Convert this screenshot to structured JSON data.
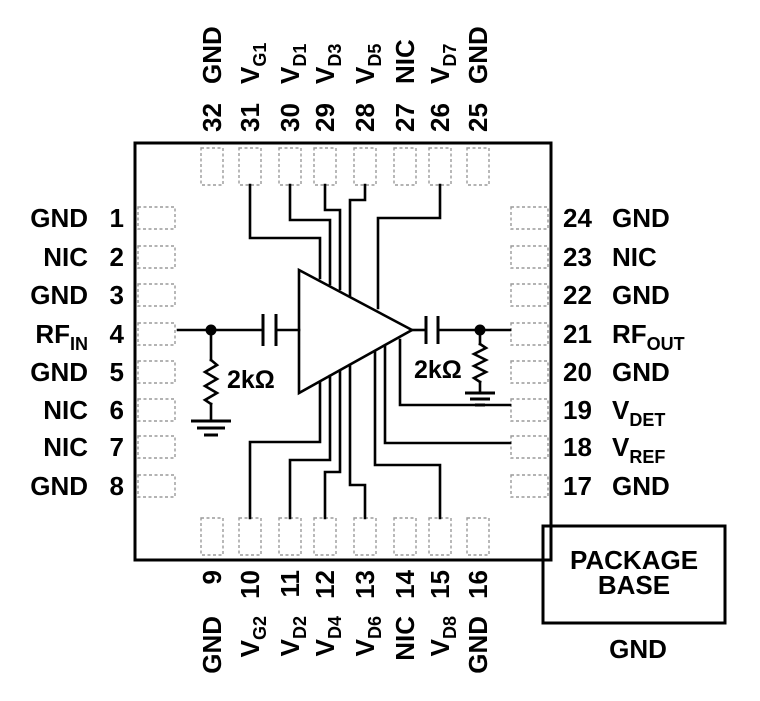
{
  "pins": {
    "left": [
      {
        "num": "1",
        "name": "GND",
        "sub": ""
      },
      {
        "num": "2",
        "name": "NIC",
        "sub": ""
      },
      {
        "num": "3",
        "name": "GND",
        "sub": ""
      },
      {
        "num": "4",
        "name": "RF",
        "sub": "IN"
      },
      {
        "num": "5",
        "name": "GND",
        "sub": ""
      },
      {
        "num": "6",
        "name": "NIC",
        "sub": ""
      },
      {
        "num": "7",
        "name": "NIC",
        "sub": ""
      },
      {
        "num": "8",
        "name": "GND",
        "sub": ""
      }
    ],
    "right": [
      {
        "num": "24",
        "name": "GND",
        "sub": ""
      },
      {
        "num": "23",
        "name": "NIC",
        "sub": ""
      },
      {
        "num": "22",
        "name": "GND",
        "sub": ""
      },
      {
        "num": "21",
        "name": "RF",
        "sub": "OUT"
      },
      {
        "num": "20",
        "name": "GND",
        "sub": ""
      },
      {
        "num": "19",
        "name": "V",
        "sub": "DET"
      },
      {
        "num": "18",
        "name": "V",
        "sub": "REF"
      },
      {
        "num": "17",
        "name": "GND",
        "sub": ""
      }
    ],
    "top": [
      {
        "num": "32",
        "name": "GND",
        "sub": ""
      },
      {
        "num": "31",
        "name": "V",
        "sub": "G1"
      },
      {
        "num": "30",
        "name": "V",
        "sub": "D1"
      },
      {
        "num": "29",
        "name": "V",
        "sub": "D3"
      },
      {
        "num": "28",
        "name": "V",
        "sub": "D5"
      },
      {
        "num": "27",
        "name": "NIC",
        "sub": ""
      },
      {
        "num": "26",
        "name": "V",
        "sub": "D7"
      },
      {
        "num": "25",
        "name": "GND",
        "sub": ""
      }
    ],
    "bottom": [
      {
        "num": "9",
        "name": "GND",
        "sub": ""
      },
      {
        "num": "10",
        "name": "V",
        "sub": "G2"
      },
      {
        "num": "11",
        "name": "V",
        "sub": "D2"
      },
      {
        "num": "12",
        "name": "V",
        "sub": "D4"
      },
      {
        "num": "13",
        "name": "V",
        "sub": "D6"
      },
      {
        "num": "14",
        "name": "NIC",
        "sub": ""
      },
      {
        "num": "15",
        "name": "V",
        "sub": "D8"
      },
      {
        "num": "16",
        "name": "GND",
        "sub": ""
      }
    ]
  },
  "resistors": {
    "input": "2kΩ",
    "output": "2kΩ"
  },
  "package_base": {
    "line1": "PACKAGE",
    "line2": "BASE",
    "ground_label": "GND"
  }
}
